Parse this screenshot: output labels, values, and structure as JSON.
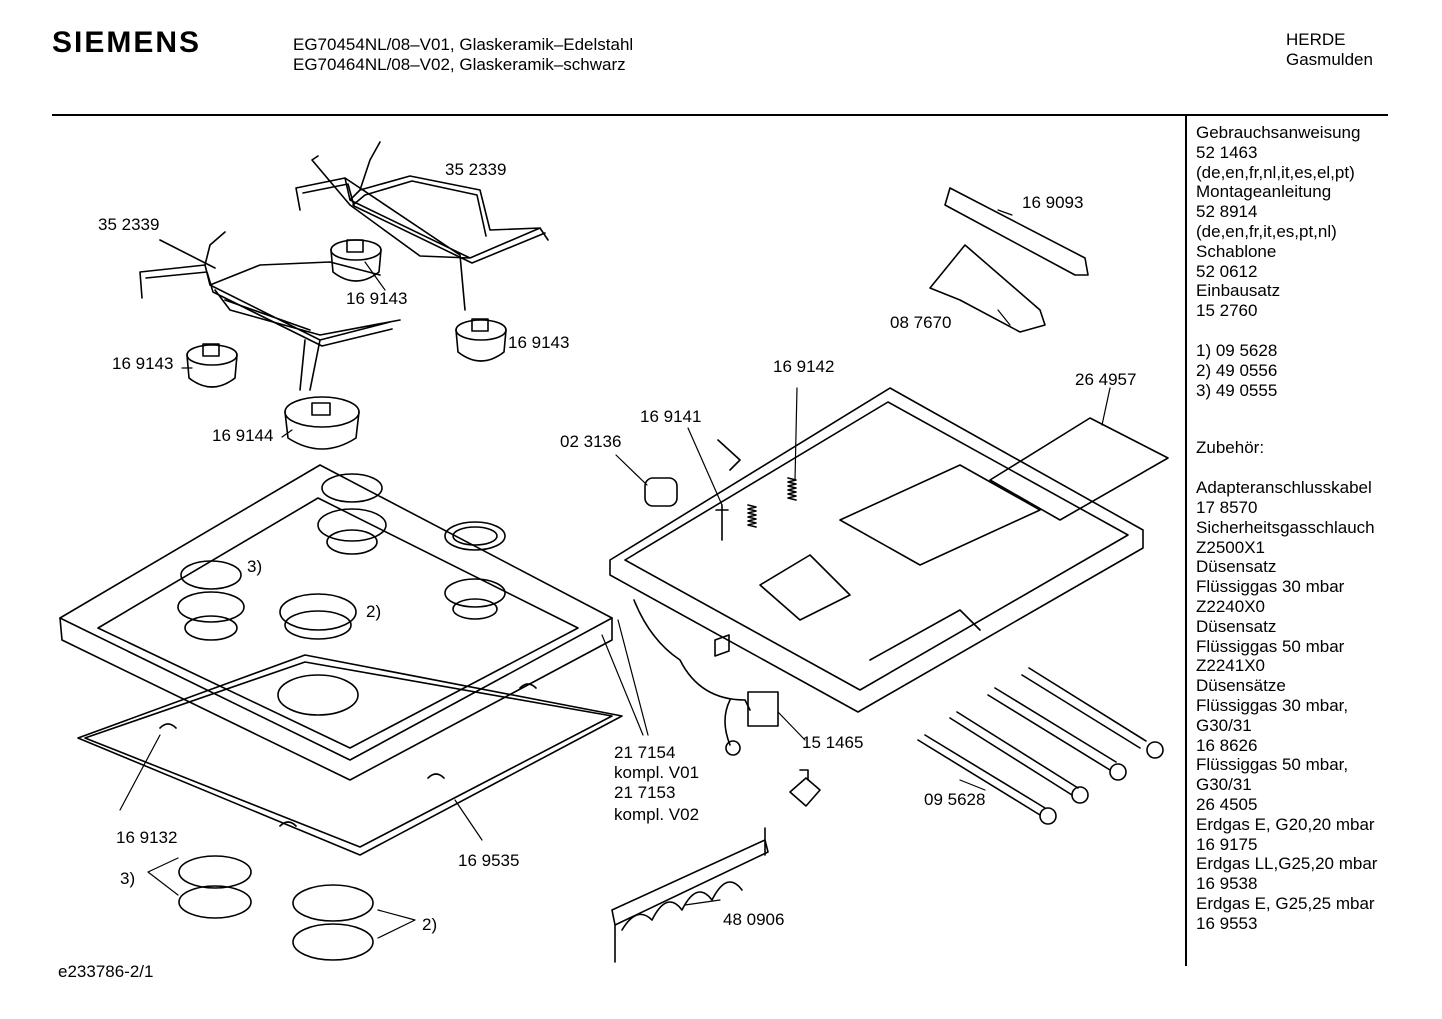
{
  "header": {
    "brand": "SIEMENS",
    "model_line_1": "EG70454NL/08–V01, Glaskeramik–Edelstahl",
    "model_line_2": "EG70464NL/08–V02, Glaskeramik–schwarz",
    "category_1": "HERDE",
    "category_2": "Gasmulden"
  },
  "sidebar": {
    "docs": [
      "Gebrauchsanweisung",
      "52 1463",
      "(de,en,fr,nl,it,es,el,pt)",
      "Montageanleitung",
      "52 8914",
      "(de,en,fr,it,es,pt,nl)",
      "Schablone",
      "52 0612",
      "Einbausatz",
      "15 2760"
    ],
    "notes": [
      "1)  09 5628",
      "2)  49 0556",
      "3)  49 0555"
    ],
    "accessory_title": "Zubehör:",
    "accessories": [
      "Adapteranschlusskabel",
      "17 8570",
      "Sicherheitsgasschlauch",
      "Z2500X1",
      "Düsensatz",
      "Flüssiggas 30 mbar",
      "Z2240X0",
      "Düsensatz",
      "Flüssiggas 50 mbar",
      "Z2241X0",
      "Düsensätze",
      "Flüssiggas 30 mbar,",
      "G30/31",
      "16 8626",
      "Flüssiggas 50 mbar,",
      "G30/31",
      "26 4505",
      "Erdgas E, G20,20 mbar",
      "16 9175",
      "Erdgas LL,G25,20 mbar",
      "16 9538",
      "Erdgas E, G25,25 mbar",
      "16 9553"
    ]
  },
  "callouts": {
    "grate_left": "35 2339",
    "grate_right": "35 2339",
    "knob_a": "16 9143",
    "knob_b": "16 9143",
    "knob_c": "16 9143",
    "knob_large": "16 9144",
    "bracket": "16 9093",
    "clamp": "08 7670",
    "spring": "16 9142",
    "thermo": "16 9141",
    "valve": "02 3136",
    "tray": "26 4957",
    "glass_top_1": "21 7154",
    "glass_top_2": "kompl. V01",
    "glass_top_3": "21 7153",
    "glass_top_4": "kompl. V02",
    "connector": "15 1465",
    "nozzles": "09 5628",
    "clip": "16 9132",
    "seal": "16 9535",
    "rail": "48 0906",
    "note_3_upper": "3)",
    "note_2_upper": "2)",
    "note_3_lower": "3)",
    "note_2_lower": "2)"
  },
  "footer": {
    "code": "e233786-2/1"
  }
}
